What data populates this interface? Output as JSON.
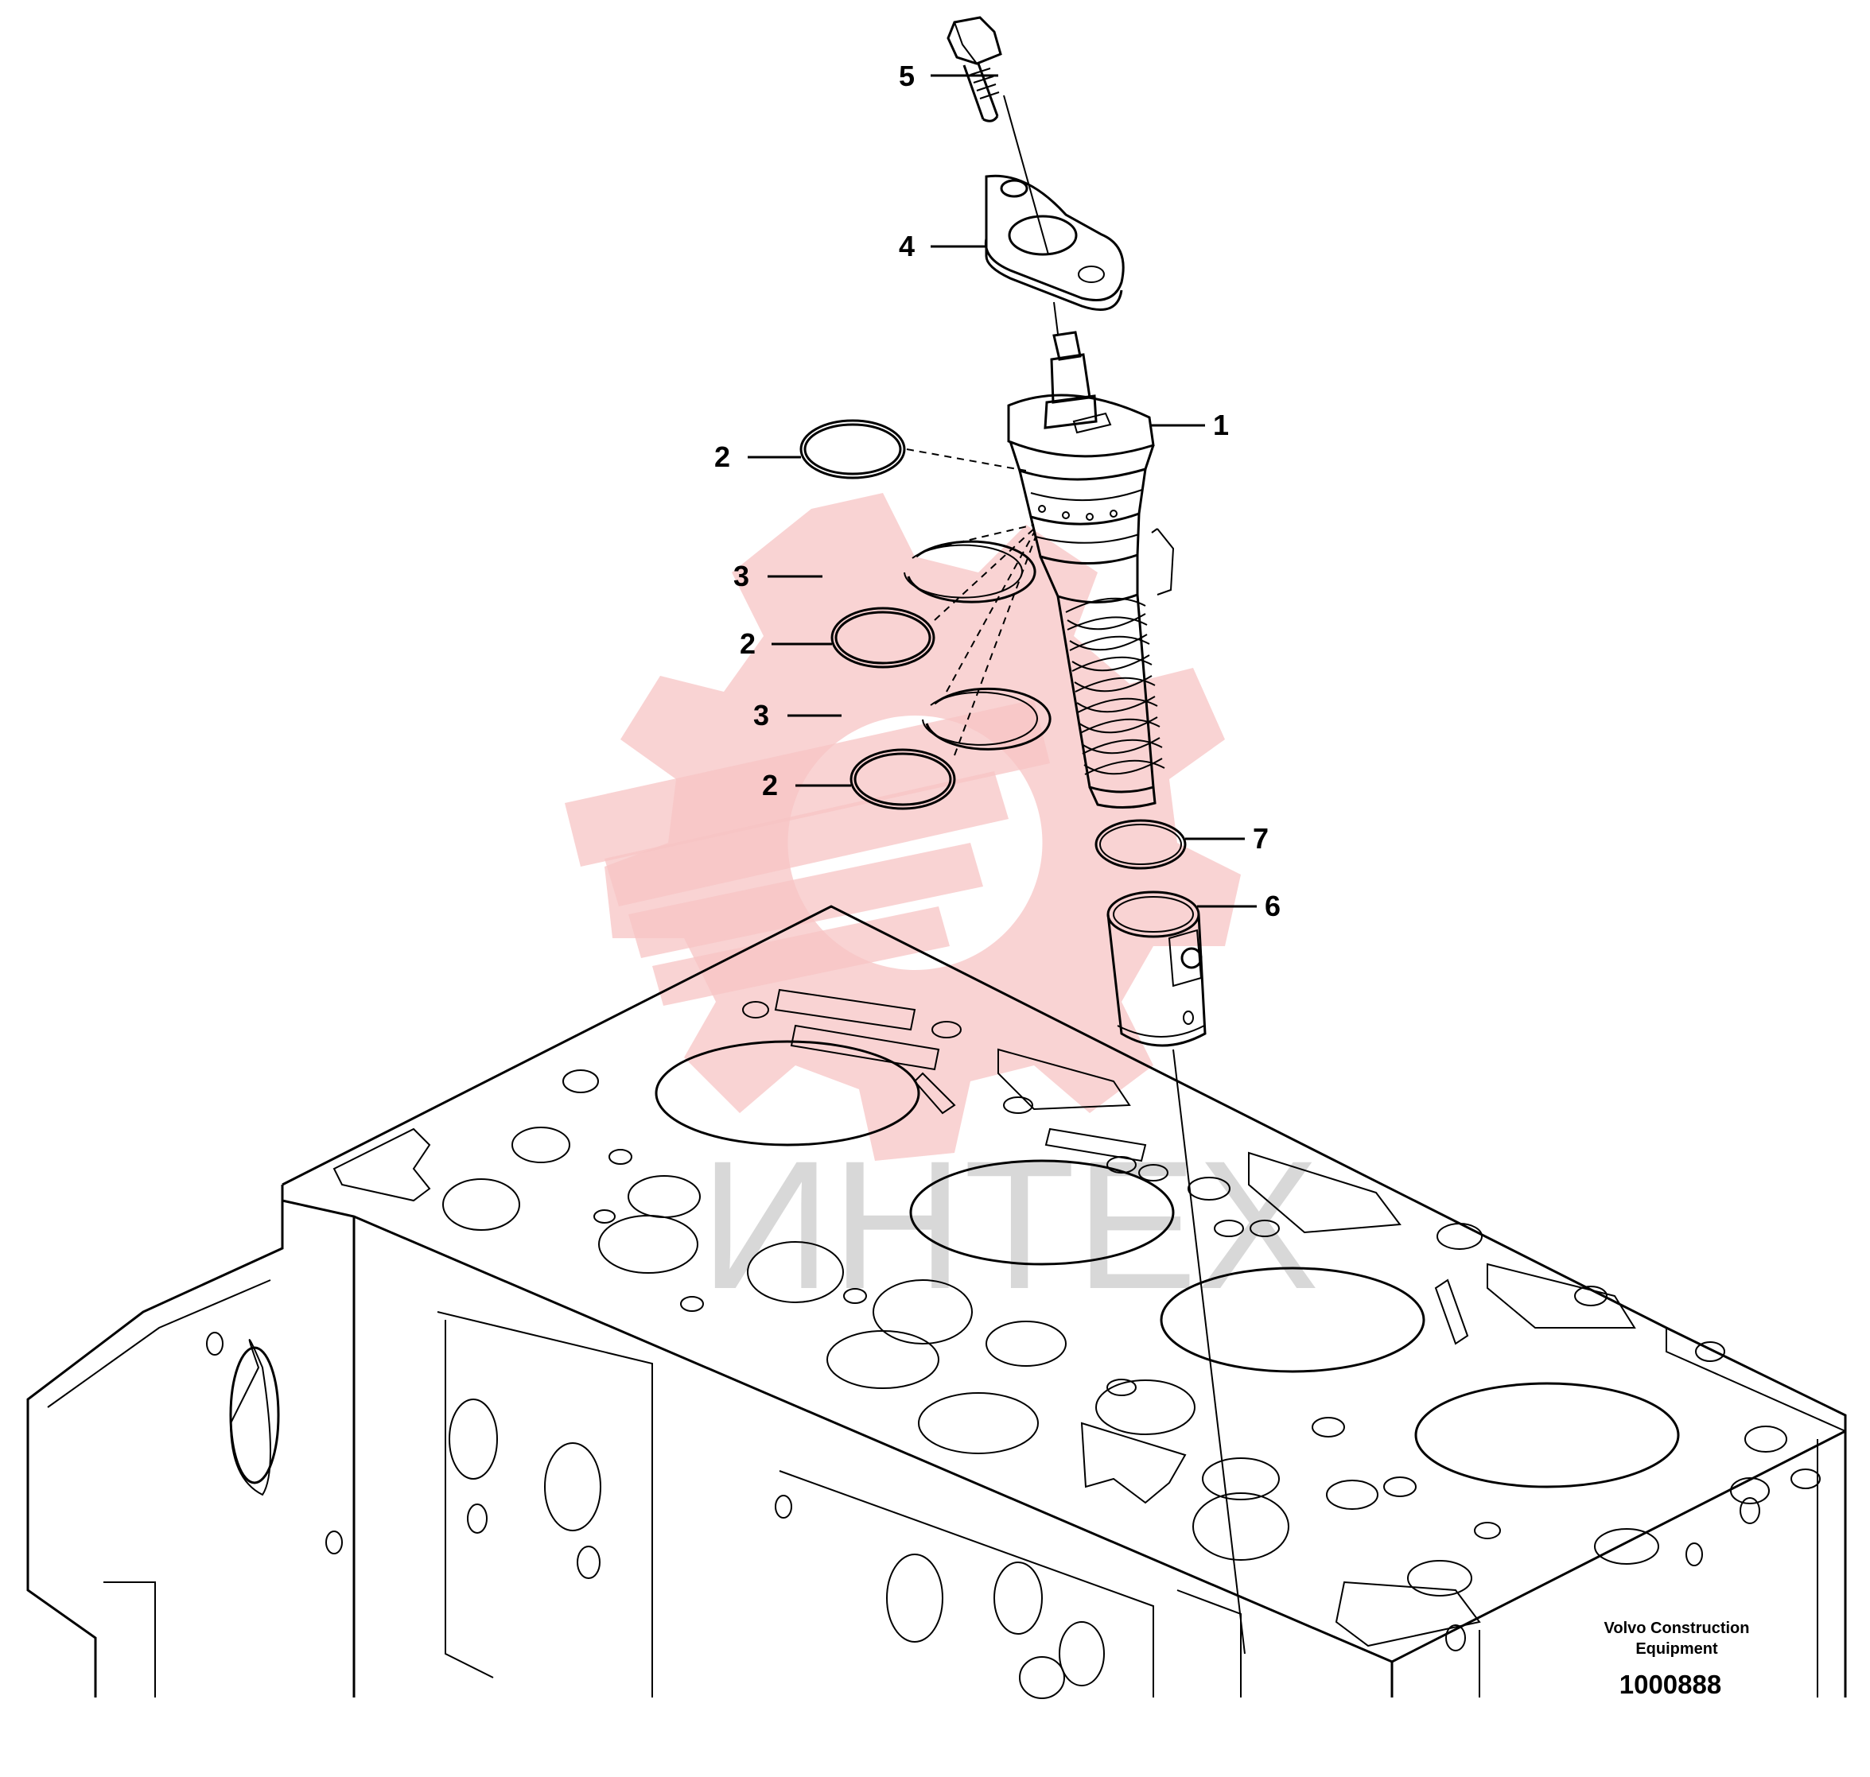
{
  "watermark": {
    "text": "ИНТЕХ",
    "color": "#f7c4c4"
  },
  "callouts": [
    {
      "id": "c5",
      "label": "5"
    },
    {
      "id": "c4",
      "label": "4"
    },
    {
      "id": "c1",
      "label": "1"
    },
    {
      "id": "c2a",
      "label": "2"
    },
    {
      "id": "c3a",
      "label": "3"
    },
    {
      "id": "c2b",
      "label": "2"
    },
    {
      "id": "c3b",
      "label": "3"
    },
    {
      "id": "c2c",
      "label": "2"
    },
    {
      "id": "c7",
      "label": "7"
    },
    {
      "id": "c6",
      "label": "6"
    }
  ],
  "footer": {
    "brand_line1": "Volvo Construction",
    "brand_line2": "Equipment",
    "doc_number": "1000888"
  }
}
